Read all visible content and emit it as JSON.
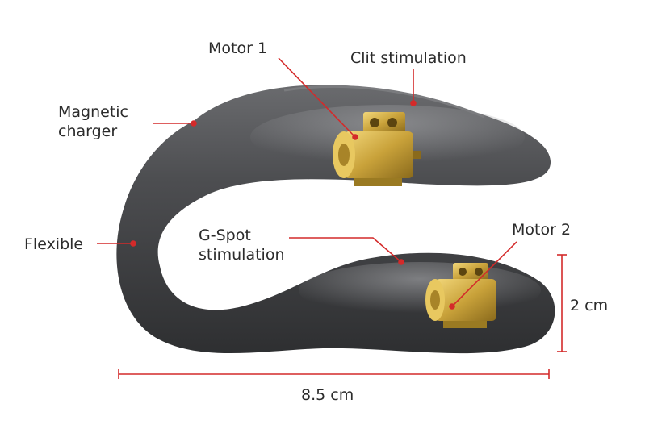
{
  "labels": {
    "magnetic_charger": [
      "Magnetic",
      "charger"
    ],
    "motor_1": "Motor 1",
    "clit_stimulation": "Clit stimulation",
    "flexible": "Flexible",
    "g_spot_stimulation": [
      "G-Spot",
      "stimulation"
    ],
    "motor_2": "Motor 2",
    "height": "2 cm",
    "width": "8.5 cm"
  },
  "colors": {
    "leader_line": "#d42a2a",
    "body": "#4a4b4e",
    "motor": "#c9a23a"
  }
}
